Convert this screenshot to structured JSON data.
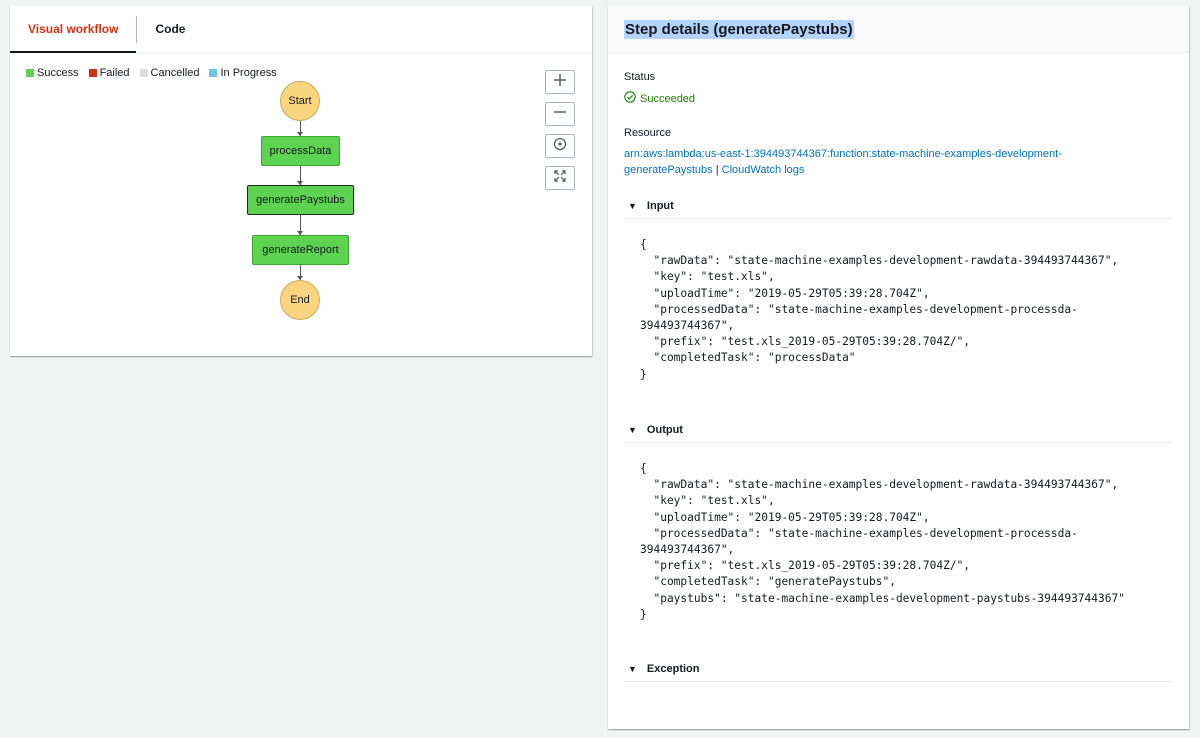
{
  "tabs": [
    {
      "label": "Visual workflow",
      "active": true
    },
    {
      "label": "Code",
      "active": false
    }
  ],
  "legend": [
    {
      "label": "Success",
      "color": "#5ed251"
    },
    {
      "label": "Failed",
      "color": "#d13212"
    },
    {
      "label": "Cancelled",
      "color": "#dcdcdc"
    },
    {
      "label": "In Progress",
      "color": "#6bc6e2"
    }
  ],
  "workflow": {
    "start_label": "Start",
    "end_label": "End",
    "tasks": [
      {
        "label": "processData",
        "status": "success"
      },
      {
        "label": "generatePaystubs",
        "status": "success",
        "selected": true
      },
      {
        "label": "generateReport",
        "status": "success"
      }
    ]
  },
  "zoom_controls": [
    "zoom-in-icon",
    "zoom-out-icon",
    "center-icon",
    "fit-icon"
  ],
  "details": {
    "title": "Step details (generatePaystubs)",
    "status_label": "Status",
    "status_value": "Succeeded",
    "resource_label": "Resource",
    "resource_arn": "arn:aws:lambda:us-east-1:394493744367:function:state-machine-examples-development-generatePaystubs",
    "resource_arn_line1": "arn:aws:lambda:us-east-1:394493744367:function:state-machine-examples-development-",
    "resource_arn_line2": "generatePaystubs",
    "separator": "|",
    "cloudwatch_label": "CloudWatch logs",
    "input_label": "Input",
    "input_json": "{\n  \"rawData\": \"state-machine-examples-development-rawdata-394493744367\",\n  \"key\": \"test.xls\",\n  \"uploadTime\": \"2019-05-29T05:39:28.704Z\",\n  \"processedData\": \"state-machine-examples-development-processda-\n394493744367\",\n  \"prefix\": \"test.xls_2019-05-29T05:39:28.704Z/\",\n  \"completedTask\": \"processData\"\n}",
    "output_label": "Output",
    "output_json": "{\n  \"rawData\": \"state-machine-examples-development-rawdata-394493744367\",\n  \"key\": \"test.xls\",\n  \"uploadTime\": \"2019-05-29T05:39:28.704Z\",\n  \"processedData\": \"state-machine-examples-development-processda-\n394493744367\",\n  \"prefix\": \"test.xls_2019-05-29T05:39:28.704Z/\",\n  \"completedTask\": \"generatePaystubs\",\n  \"paystubs\": \"state-machine-examples-development-paystubs-394493744367\"\n}",
    "exception_label": "Exception"
  }
}
